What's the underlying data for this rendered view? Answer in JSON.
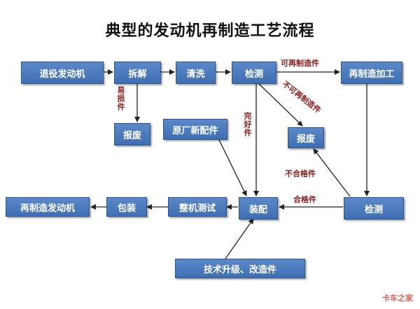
{
  "title": "典型的发动机再制造工艺流程",
  "nodes": {
    "retired_engine": "退役发动机",
    "disassembly": "拆解",
    "cleaning": "清洗",
    "inspection_1": "检测",
    "reman_processing": "再制造加工",
    "scrap_1": "报废",
    "scrap_2": "报废",
    "oem_new_parts": "原厂新配件",
    "inspection_2": "检测",
    "assembly": "装配",
    "machine_test": "整机测试",
    "packaging": "包装",
    "reman_engine": "再制造发动机",
    "tech_upgrade": "技术升级、改造件"
  },
  "edge_labels": {
    "remanufacturable": "可再制造件",
    "non_remanufacturable": "不可再制造件",
    "wearing_parts": "易损件",
    "intact_parts": "完好件",
    "unqualified": "不合格件",
    "qualified": "合格件"
  },
  "watermark": "卡车之家",
  "colors": {
    "box_fill": "#4a7bc0",
    "box_border": "#2e5590",
    "label_text": "#8b1a1a",
    "arrow": "#222222"
  }
}
